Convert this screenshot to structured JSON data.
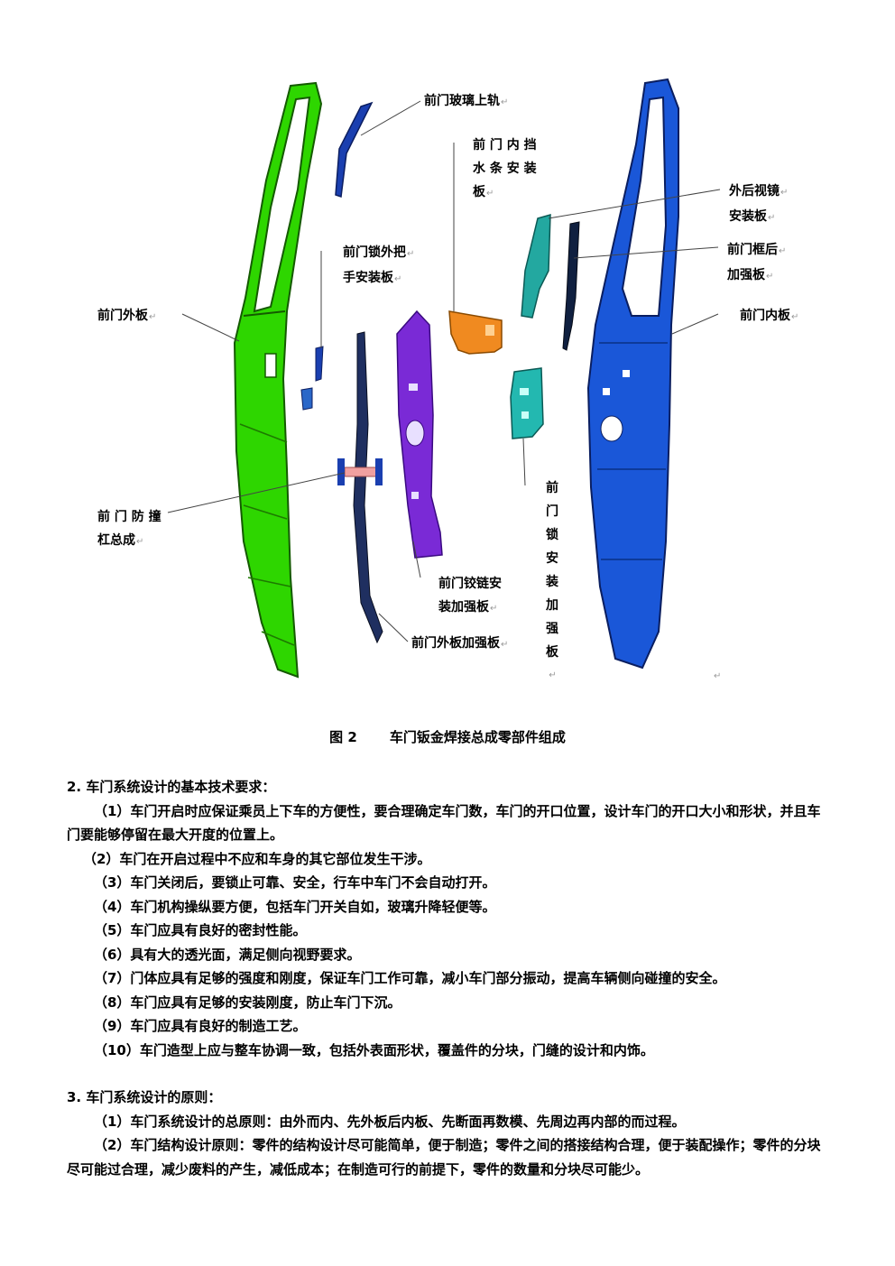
{
  "figure_labels": {
    "glass_rail": "前门玻璃上轨",
    "inner_strip_l1": "前 门 内 挡",
    "inner_strip_l2": "水 条 安 装",
    "inner_strip_l3": "板",
    "mirror_l1": "外后视镜",
    "mirror_l2": "安装板",
    "lock_handle_l1": "前门锁外把",
    "lock_handle_l2": "手安装板",
    "frame_rear_l1": "前门框后",
    "frame_rear_l2": "加强板",
    "outer_panel": "前门外板",
    "inner_panel": "前门内板",
    "beam_l1": "前 门 防 撞",
    "beam_l2": "杠总成",
    "hinge_l1": "前门铰链安",
    "hinge_l2": "装加强板",
    "outer_reinf": "前门外板加强板",
    "lock_reinf_chars": [
      "前",
      "门",
      "锁",
      "安",
      "装",
      "加",
      "强",
      "板"
    ],
    "return_mark": "↵"
  },
  "colors": {
    "outer_panel": "#2ed600",
    "inner_panel": "#1a57d8",
    "hinge_plate": "#7a2ad6",
    "lock_reinf": "#23b8b0",
    "strip_plate": "#f08a20",
    "beam": "#f0a0a0"
  },
  "caption": {
    "number": "图 2",
    "title": "车门钣金焊接总成零部件组成"
  },
  "section2": {
    "heading": "2.    车门系统设计的基本技术要求：",
    "items": [
      "（1）车门开启时应保证乘员上下车的方便性，要合理确定车门数，车门的开口位置，设计车门的开口大小和形状，并且车门要能够停留在最大开度的位置上。",
      "（2）车门在开启过程中不应和车身的其它部位发生干涉。",
      "（3）车门关闭后，要锁止可靠、安全，行车中车门不会自动打开。",
      "（4）车门机构操纵要方便，包括车门开关自如，玻璃升降轻便等。",
      "（5）车门应具有良好的密封性能。",
      "（6）具有大的透光面，满足侧向视野要求。",
      "（7）门体应具有足够的强度和刚度，保证车门工作可靠，减小车门部分振动，提高车辆侧向碰撞的安全。",
      "（8）车门应具有足够的安装刚度，防止车门下沉。",
      "（9）车门应具有良好的制造工艺。",
      "（10）车门造型上应与整车协调一致，包括外表面形状，覆盖件的分块，门缝的设计和内饰。"
    ]
  },
  "section3": {
    "heading": "3.  车门系统设计的原则：",
    "items": [
      "（1）车门系统设计的总原则：由外而内、先外板后内板、先断面再数模、先周边再内部的而过程。",
      "（2）车门结构设计原则：零件的结构设计尽可能简单，便于制造；零件之间的搭接结构合理，便于装配操作；零件的分块尽可能过合理，减少废料的产生，减低成本；在制造可行的前提下，零件的数量和分块尽可能少。"
    ]
  }
}
